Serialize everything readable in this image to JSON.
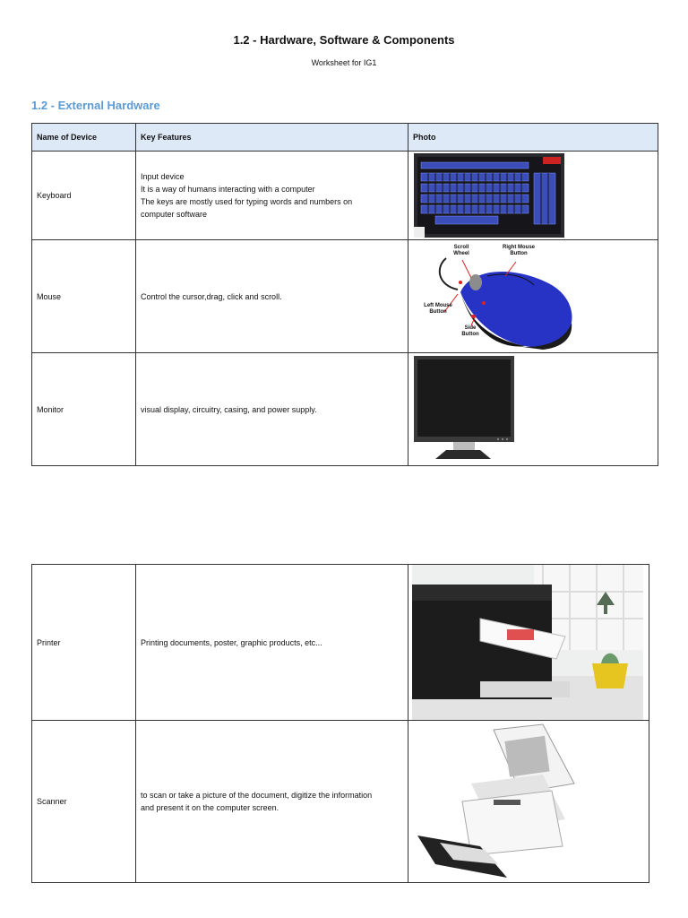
{
  "doc": {
    "title": "1.2 - Hardware, Software & Components",
    "subtitle": "Worksheet for IG1",
    "section": "1.2 - External Hardware"
  },
  "table": {
    "headers": [
      "Name of Device",
      "Key Features",
      "Photo"
    ],
    "rows": [
      {
        "name": "Keyboard",
        "features": [
          "Input device",
          "It is a way of humans interacting with a computer",
          "The keys are mostly used for typing words and numbers on",
          "computer software"
        ],
        "photo": "keyboard-photo"
      },
      {
        "name": "Mouse",
        "features": [
          "Control the cursor,drag, click and scroll."
        ],
        "photo": "mouse-photo",
        "labels": {
          "scroll": "Scroll Wheel",
          "right": "Right Mouse Button",
          "left": "Left Mouse Button",
          "side": "Side Button"
        }
      },
      {
        "name": "Monitor",
        "features": [
          "visual display, circuitry, casing, and power supply."
        ],
        "photo": "monitor-photo"
      },
      {
        "name": "Printer",
        "features": [
          "Printing documents, poster, graphic products, etc..."
        ],
        "photo": "printer-photo"
      },
      {
        "name": "Scanner",
        "features": [
          "to scan or take a picture of the document, digitize the information",
          "and present it on the computer screen."
        ],
        "photo": "scanner-photo"
      }
    ]
  }
}
